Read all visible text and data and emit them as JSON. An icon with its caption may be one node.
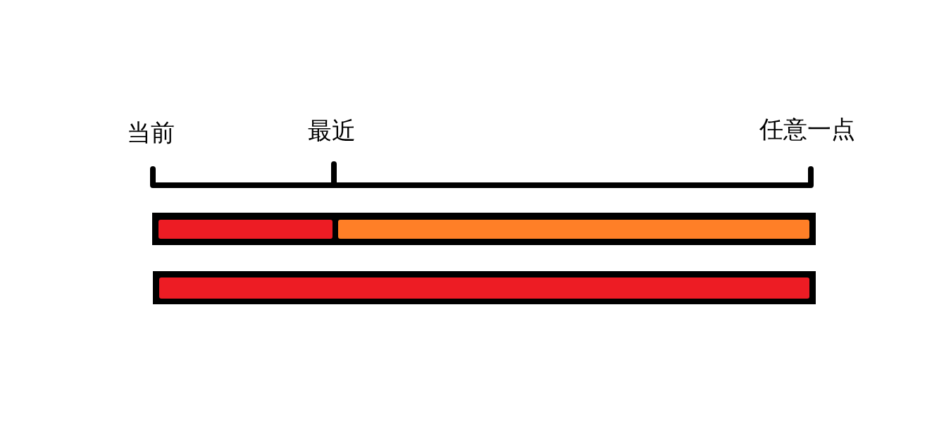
{
  "diagram": {
    "nodes": [
      {
        "text": [],
        "shape": "bar"
      },
      {
        "text": [],
        "shape": "bar",
        "in": 0
      },
      {
        "text": [],
        "shape": "bar",
        "in": 0
      },
      {
        "text": [],
        "shape": "bar"
      },
      {
        "text": [],
        "shape": "bar",
        "in": 3
      }
    ],
    "labels": [
      "当前",
      "最近",
      "任意一点"
    ]
  }
}
